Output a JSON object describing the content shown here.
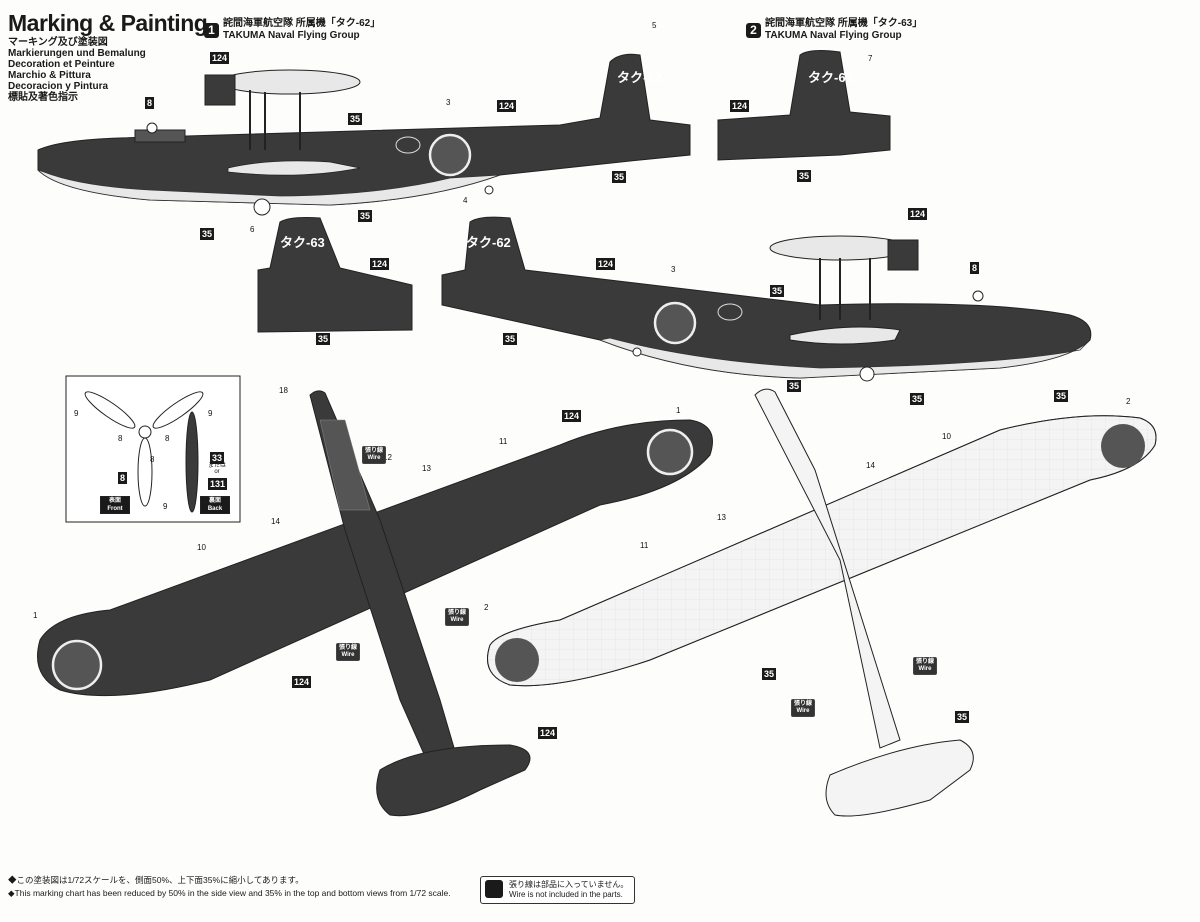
{
  "header": {
    "title": "Marking & Painting",
    "subtitles": [
      "マーキング及び塗装図",
      "Markierungen und Bemalung",
      "Decoration et Peinture",
      "Marchio & Pittura",
      "Decoracion y Pintura",
      "標貼及著色指示"
    ]
  },
  "schemes": [
    {
      "number": "1",
      "jp": "詫間海軍航空隊 所属機「タク-62」",
      "en": "TAKUMA Naval Flying Group"
    },
    {
      "number": "2",
      "jp": "詫間海軍航空隊 所属機「タク-63」",
      "en": "TAKUMA Naval Flying Group"
    }
  ],
  "tail_codes": {
    "a": "タク-62",
    "b": "タク-63",
    "c": "タク-63",
    "d": "タク-62"
  },
  "paint_numbers": {
    "dark": "124",
    "light": "35",
    "misc_8": "8",
    "misc_33": "33",
    "misc_131": "131"
  },
  "callouts": {
    "c1": "1",
    "c2": "2",
    "c3": "3",
    "c4": "4",
    "c5": "5",
    "c6": "6",
    "c7": "7",
    "c8": "8",
    "c9": "9",
    "c10": "10",
    "c11": "11",
    "c12": "12",
    "c13": "13",
    "c14": "14",
    "c18": "18"
  },
  "propeller_inset": {
    "or_text": "または\nor",
    "front_jp": "表面",
    "front_en": "Front",
    "back_jp": "裏面",
    "back_en": "Back"
  },
  "wire_label": {
    "jp": "張り線",
    "en": "Wire"
  },
  "notes": {
    "jp": "◆この塗装図は1/72スケールを、側面50%、上下面35%に縮小してあります。",
    "en": "◆This marking chart has been reduced by 50% in the side view and 35% in the top and bottom views from 1/72 scale.",
    "wire_jp": "張り線は部品に入っていません。",
    "wire_en": "Wire is not included in the parts."
  },
  "colors": {
    "dark_green": "#3a3a3a",
    "light_grey": "#e8e8e8",
    "hinomaru": "#555555"
  }
}
